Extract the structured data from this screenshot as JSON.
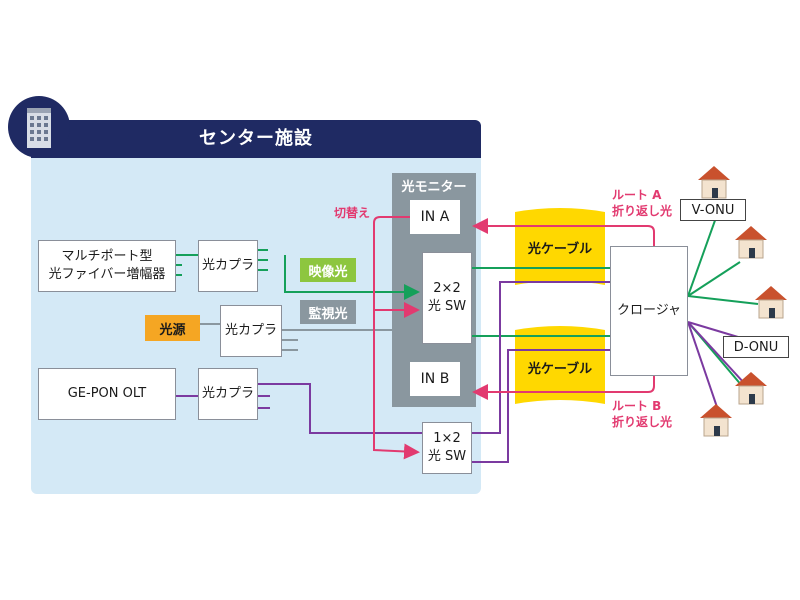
{
  "center_title": "センター施設",
  "monitor_title": "光モニター",
  "in_a": "IN A",
  "in_b": "IN B",
  "sw_2x2": [
    "2×2",
    "光 SW"
  ],
  "sw_1x2": [
    "1×2",
    "光 SW"
  ],
  "amplifier": [
    "マルチポート型",
    "光ファイバー増幅器"
  ],
  "coupler": "光カプラ",
  "light_source": "光源",
  "olt": "GE-PON OLT",
  "video_light": "映像光",
  "monitor_light": "監視光",
  "switch_label": "切替え",
  "cable": "光ケーブル",
  "closure": "クロージャ",
  "route_a": [
    "ルート A",
    "折り返し光"
  ],
  "route_b": [
    "ルート B",
    "折り返し光"
  ],
  "v_onu": "V-ONU",
  "d_onu": "D-ONU",
  "colors": {
    "navy": "#1f2a63",
    "panel": "#d4e9f6",
    "green": "#15a05a",
    "purple": "#7b3aa0",
    "pink": "#e23a70",
    "gray": "#8a979f",
    "yellow": "#ffd800",
    "orange": "#f5a623",
    "lime": "#8dc63f"
  }
}
